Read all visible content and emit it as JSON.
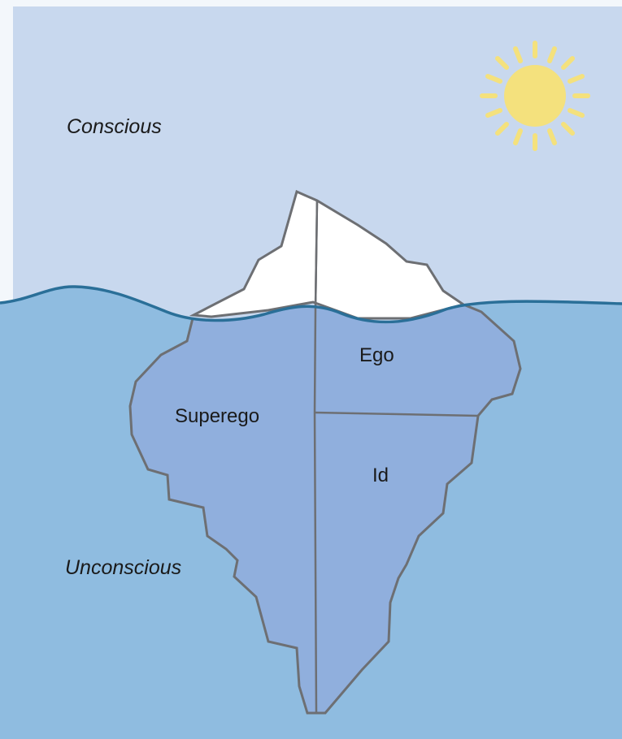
{
  "colors": {
    "sky": "#c8d8ee",
    "water": "#8fbce0",
    "water_line": "#2a6f98",
    "ice_above": "#ffffff",
    "ice_below": "#90afdd",
    "ice_outline": "#6d6f73",
    "sun": "#f4e17d"
  },
  "labels": {
    "conscious": "Conscious",
    "unconscious": "Unconscious",
    "ego": "Ego",
    "superego": "Superego",
    "id": "Id"
  },
  "icons": {
    "sun": "sun-icon"
  }
}
